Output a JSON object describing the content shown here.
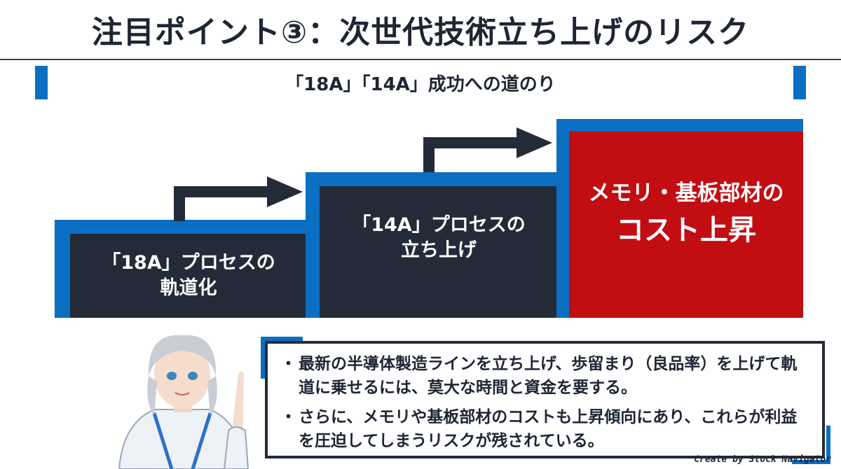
{
  "title": "注目ポイント③：次世代技術立ち上げのリスク",
  "banner": "「18A」「14A」成功への道のり",
  "steps": [
    {
      "line1": "「18A」プロセスの",
      "line2": "軌道化"
    },
    {
      "line1": "「14A」プロセスの",
      "line2": "立ち上げ"
    },
    {
      "line1": "メモリ・基板部材の",
      "line2": "コスト上昇"
    }
  ],
  "bullets": [
    {
      "dot": "・",
      "text": "最新の半導体製造ラインを立ち上げ、歩留まり（良品率）を上げて軌道に乗せるには、莫大な時間と資金を要する。"
    },
    {
      "dot": "・",
      "text": "さらに、メモリや基板部材のコストも上昇傾向にあり、これらが利益を圧迫してしまうリスクが残されている。"
    }
  ],
  "credit": "Create by Stock Navigator",
  "colors": {
    "blue": "#0a6fc2",
    "dark": "#232b38",
    "red": "#c20d12"
  },
  "icons": [
    "arrow-right-icon",
    "presenter-avatar"
  ]
}
